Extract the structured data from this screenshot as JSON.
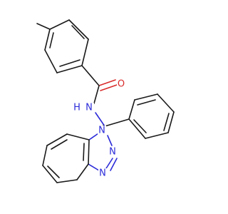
{
  "molecule": {
    "atoms": {
      "oxygen": {
        "symbol": "O",
        "color": "#d92b2b"
      },
      "amide_nitrogen": {
        "symbol": "N",
        "color": "#2b2bd9"
      },
      "amide_hydrogen": {
        "symbol": "H",
        "color": "#2b2bd9"
      },
      "triazole_n1": {
        "symbol": "N",
        "color": "#2b2bd9"
      },
      "triazole_n2": {
        "symbol": "N",
        "color": "#2b2bd9"
      },
      "triazole_n3": {
        "symbol": "N",
        "color": "#2b2bd9"
      }
    },
    "colors": {
      "carbon_bond": "#1a1a1a",
      "nitrogen": "#2b2bd9",
      "oxygen": "#d92b2b",
      "background": "#ffffff"
    }
  }
}
